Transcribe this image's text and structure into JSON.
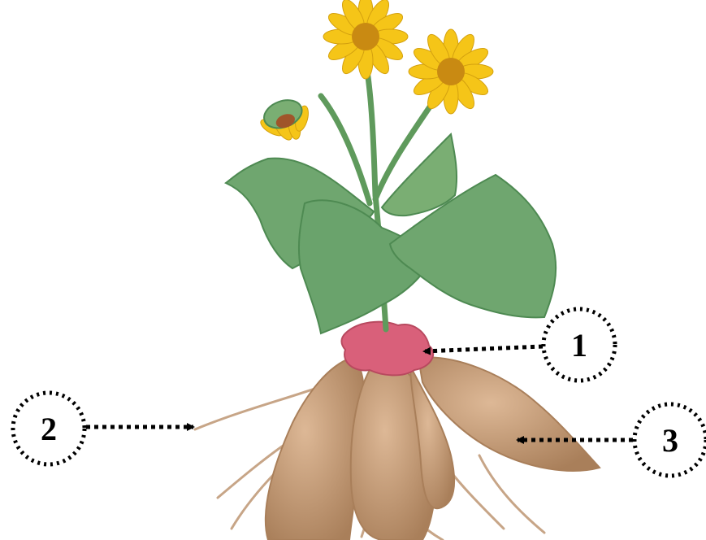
{
  "diagram": {
    "labels": [
      {
        "id": "1",
        "text": "1"
      },
      {
        "id": "2",
        "text": "2"
      },
      {
        "id": "3",
        "text": "3"
      }
    ],
    "colors": {
      "petal": "#f5c518",
      "flower_center": "#c98a12",
      "leaf": "#6fa66f",
      "leaf_dark": "#4e8a52",
      "stem": "#5f9a5c",
      "crown": "#d9607a",
      "tuber": "#c9a07a",
      "tuber_dark": "#a97f5a",
      "root": "#c7a587",
      "callout": "#000000"
    },
    "icons": [
      "flower-icon",
      "leaf-icon",
      "tuber-icon",
      "arrow-icon"
    ]
  }
}
